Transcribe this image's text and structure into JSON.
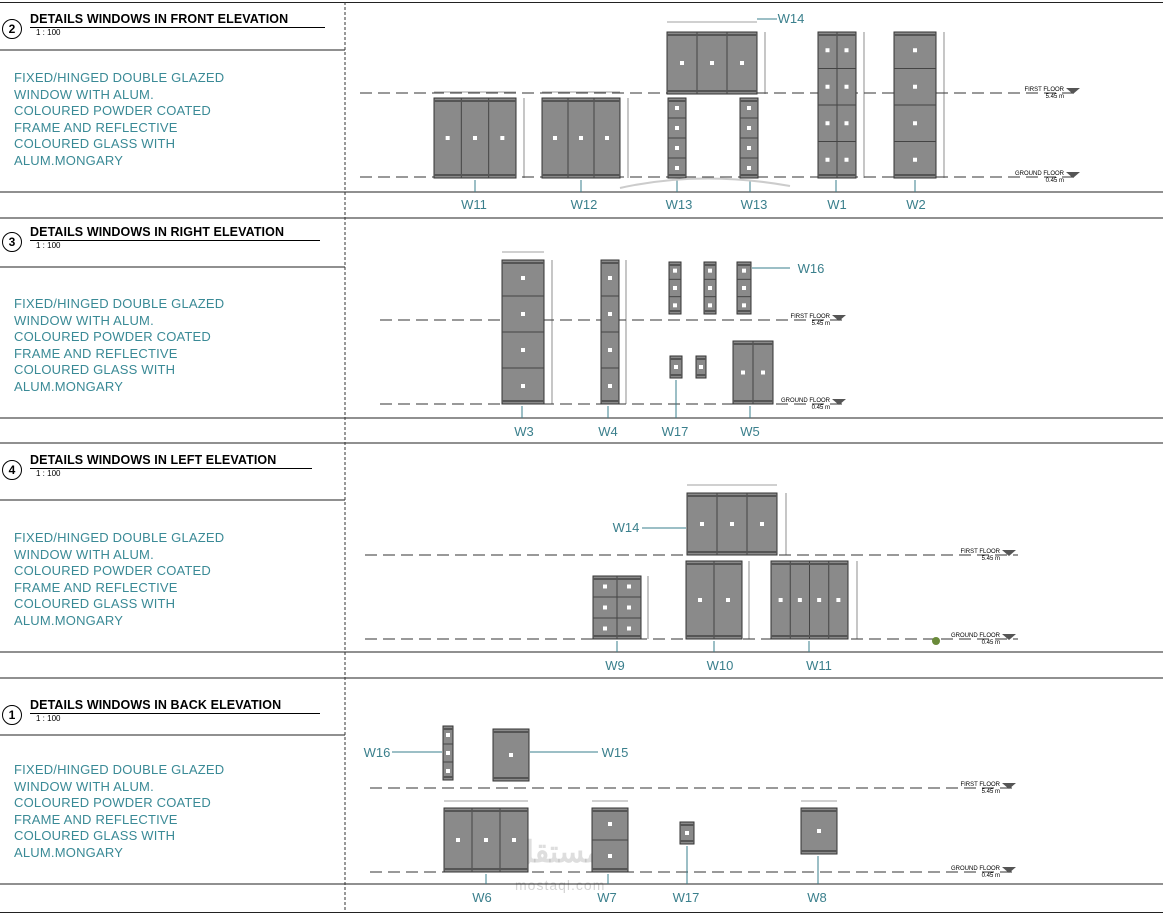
{
  "sections": [
    {
      "number": "2",
      "title": "DETAILS WINDOWS IN FRONT ELEVATION",
      "scale": "1 : 100",
      "description": [
        "FIXED/HINGED DOUBLE GLAZED",
        "WINDOW WITH ALUM.",
        "COLOURED POWDER COATED",
        "FRAME AND REFLECTIVE",
        "COLOURED GLASS WITH",
        "ALUM.MONGARY"
      ],
      "labels": [
        "W11",
        "W12",
        "W13",
        "W13",
        "W1",
        "W2",
        "W14"
      ],
      "levels": [
        {
          "name": "FIRST FLOOR",
          "value": "5.45 m"
        },
        {
          "name": "GROUND FLOOR",
          "value": "0.45 m"
        }
      ]
    },
    {
      "number": "3",
      "title": "DETAILS WINDOWS IN RIGHT ELEVATION",
      "scale": "1 : 100",
      "description": [
        "FIXED/HINGED DOUBLE GLAZED",
        "WINDOW WITH ALUM.",
        "COLOURED POWDER COATED",
        "FRAME AND REFLECTIVE",
        "COLOURED GLASS WITH",
        "ALUM.MONGARY"
      ],
      "labels": [
        "W3",
        "W4",
        "W17",
        "W5",
        "W16"
      ],
      "levels": [
        {
          "name": "FIRST FLOOR",
          "value": "5.45 m"
        },
        {
          "name": "GROUND FLOOR",
          "value": "0.45 m"
        }
      ]
    },
    {
      "number": "4",
      "title": "DETAILS WINDOWS IN LEFT ELEVATION",
      "scale": "1 : 100",
      "description": [
        "FIXED/HINGED DOUBLE GLAZED",
        "WINDOW WITH ALUM.",
        "COLOURED POWDER COATED",
        "FRAME AND REFLECTIVE",
        "COLOURED GLASS WITH",
        "ALUM.MONGARY"
      ],
      "labels": [
        "W9",
        "W10",
        "W11",
        "W14"
      ],
      "levels": [
        {
          "name": "FIRST FLOOR",
          "value": "5.45 m"
        },
        {
          "name": "GROUND FLOOR",
          "value": "0.45 m"
        }
      ]
    },
    {
      "number": "1",
      "title": "DETAILS WINDOWS IN BACK ELEVATION",
      "scale": "1 : 100",
      "description": [
        "FIXED/HINGED DOUBLE GLAZED",
        "WINDOW WITH ALUM.",
        "COLOURED POWDER COATED",
        "FRAME AND REFLECTIVE",
        "COLOURED GLASS WITH",
        "ALUM.MONGARY"
      ],
      "labels": [
        "W6",
        "W7",
        "W17",
        "W8",
        "W16",
        "W15"
      ],
      "levels": [
        {
          "name": "FIRST FLOOR",
          "value": "5.45 m"
        },
        {
          "name": "GROUND FLOOR",
          "value": "0.45 m"
        }
      ]
    }
  ],
  "watermark": {
    "logo": "مستقل",
    "url": "mostaql.com"
  },
  "colors": {
    "label": "#3a7f8c",
    "description": "#3a8a96",
    "window": "#8a8a8a"
  }
}
